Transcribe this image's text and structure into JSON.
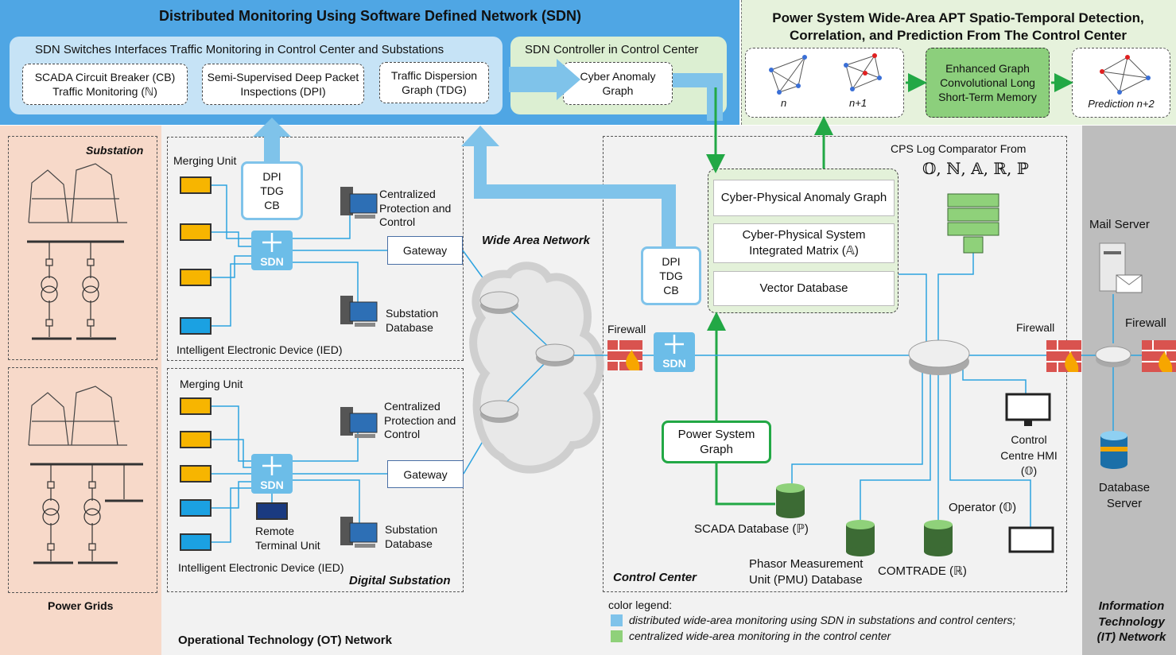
{
  "sdn_panel": {
    "title": "Distributed Monitoring Using Software Defined Network (SDN)",
    "switches_title": "SDN Switches Interfaces Traffic Monitoring in Control Center and Substations",
    "box_cb": "SCADA Circuit Breaker (CB) Traffic Monitoring (ℕ)",
    "box_dpi": "Semi-Supervised Deep Packet Inspections (DPI)",
    "box_tdg": "Traffic Dispersion Graph (TDG)",
    "controller_title": "SDN Controller in Control Center",
    "cyber_anomaly_graph": "Cyber Anomaly Graph"
  },
  "apt_panel": {
    "title_line1": "Power System Wide-Area APT Spatio-Temporal Detection,",
    "title_line2": "Correlation, and Prediction From The Control Center",
    "graph_n": "n",
    "graph_n1": "n+1",
    "gclstm": "Enhanced Graph Convolutional Long Short-Term Memory",
    "prediction": "Prediction n+2"
  },
  "power_grids": {
    "substation_label": "Substation",
    "label": "Power Grids"
  },
  "substation_top": {
    "merging_unit": "Merging Unit",
    "dpi_stack": "DPI TDG CB",
    "sdn": "SDN",
    "cpc": "Centralized Protection and Control",
    "gateway": "Gateway",
    "sub_db": "Substation Database",
    "ied": "Intelligent Electronic Device (IED)"
  },
  "substation_bottom": {
    "merging_unit": "Merging Unit",
    "sdn": "SDN",
    "cpc": "Centralized Protection and Control",
    "gateway": "Gateway",
    "rtu": "Remote Terminal Unit",
    "sub_db": "Substation Database",
    "ied": "Intelligent Electronic Device (IED)",
    "label": "Digital Substation"
  },
  "wan": {
    "label": "Wide Area Network"
  },
  "ot_label": "Operational Technology (OT) Network",
  "control_center": {
    "dpi_stack": "DPI TDG CB",
    "sdn": "SDN",
    "firewall_left": "Firewall",
    "firewall_right": "Firewall",
    "cps_log": "CPS Log Comparator From",
    "cps_symbols": "𝕆, ℕ, 𝔸, ℝ, ℙ",
    "cp_anomaly_graph": "Cyber-Physical Anomaly Graph",
    "cp_integrated_matrix": "Cyber-Physical System Integrated Matrix (𝔸)",
    "vector_db": "Vector Database",
    "power_system_graph": "Power System Graph",
    "scada_db": "SCADA Database (ℙ)",
    "pmu_db": "Phasor Measurement Unit (PMU) Database",
    "comtrade": "COMTRADE (ℝ)",
    "operator": "Operator (𝕆)",
    "hmi": "Control Centre HMI (𝕆)",
    "label": "Control Center"
  },
  "it_network": {
    "mail_server": "Mail Server",
    "firewall": "Firewall",
    "db_server": "Database Server",
    "label": "Information Technology (IT) Network"
  },
  "legend": {
    "title": "color legend:",
    "blue_text": "distributed wide-area monitoring using SDN in substations and control centers;",
    "green_text": "centralized wide-area monitoring in the control center",
    "blue_color": "#7fc3ea",
    "green_color": "#8fd17a"
  }
}
